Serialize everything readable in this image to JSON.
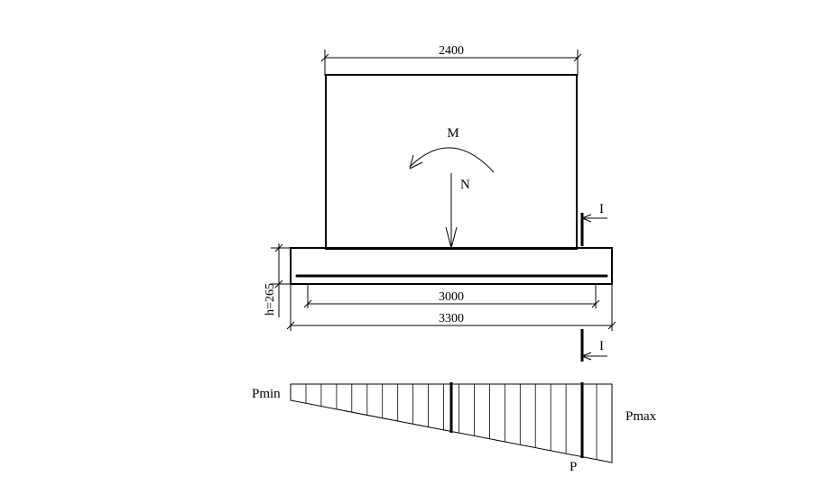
{
  "drawing": {
    "dimensions": {
      "column_width": "2400",
      "slab_inner_width": "3000",
      "slab_width": "3300",
      "slab_height": "h=265"
    },
    "loads": {
      "moment": "M",
      "axial_force": "N"
    },
    "section": {
      "top_mark": "I",
      "bottom_mark": "I"
    },
    "pressure": {
      "min_label": "Pmin",
      "max_label": "Pmax",
      "point_label": "P"
    }
  }
}
